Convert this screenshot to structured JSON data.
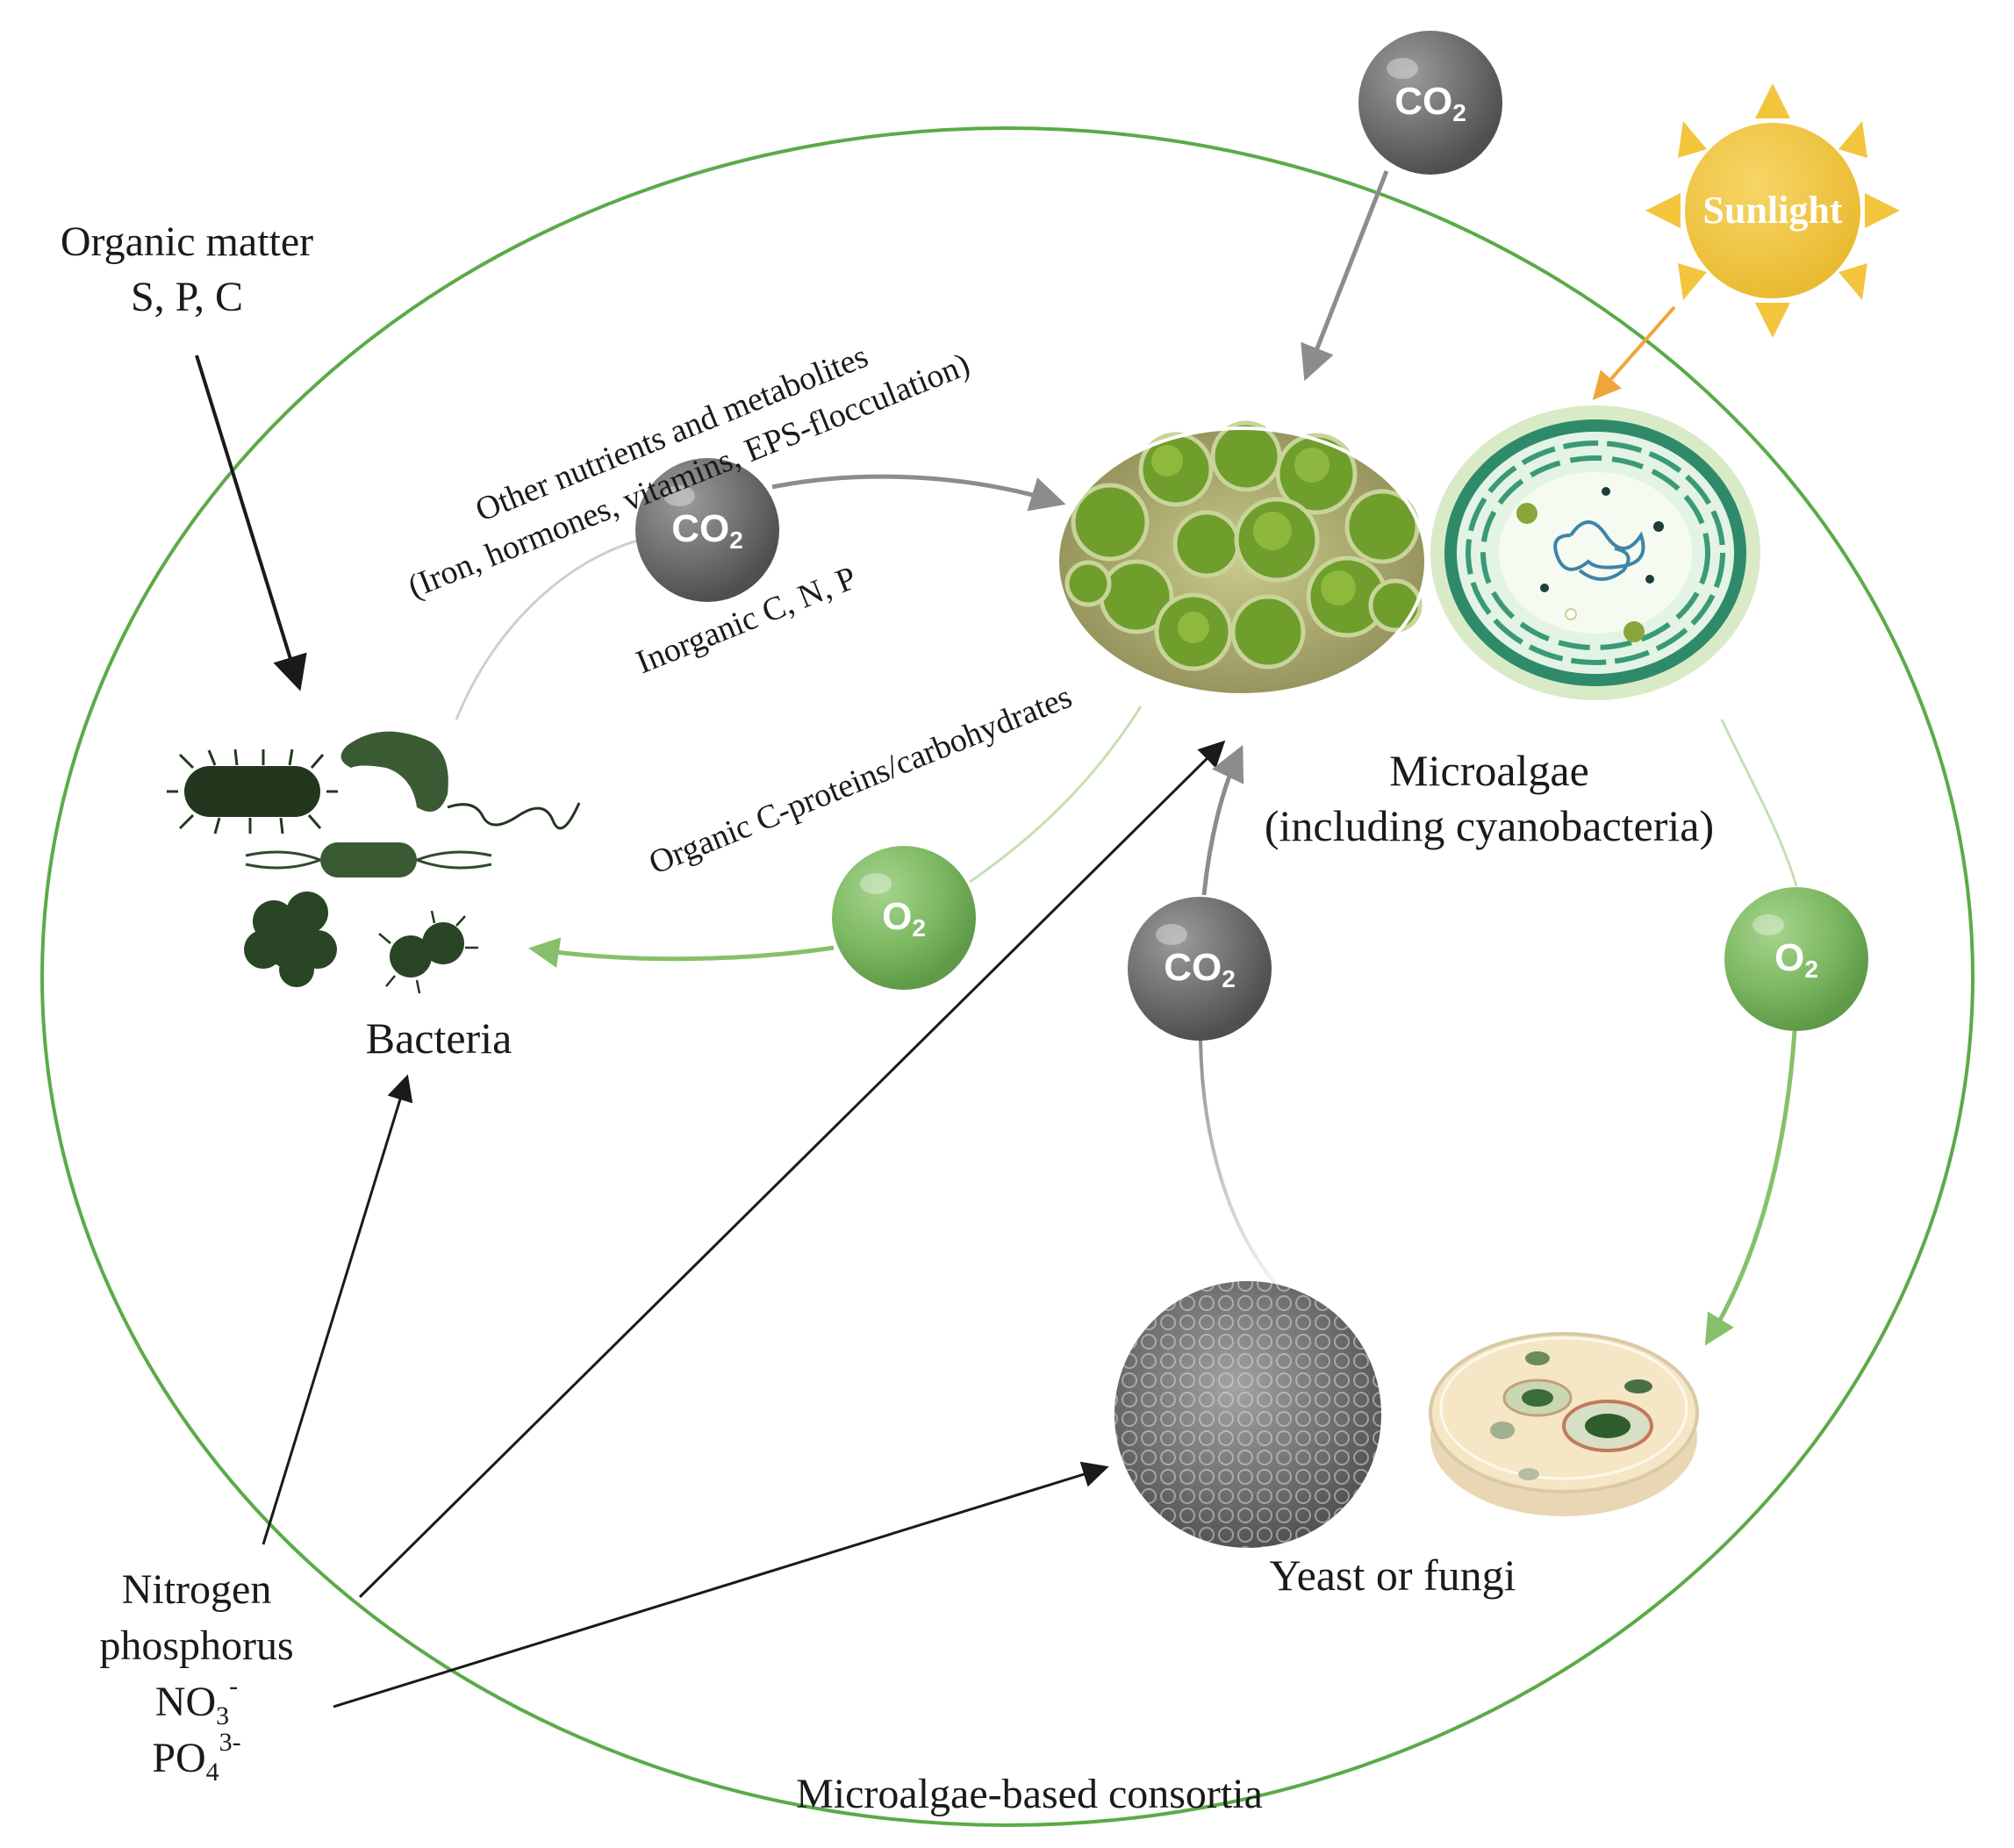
{
  "boundary_label": "Microalgae-based consortia",
  "inputs": {
    "organic": {
      "line1": "Organic matter",
      "line2": "S, P, C"
    },
    "nutrients": {
      "line1": "Nitrogen",
      "line2": "phosphorus",
      "no3_base": "NO",
      "no3_sub": "3",
      "no3_sup": "-",
      "po4_base": "PO",
      "po4_sub": "4",
      "po4_sup": "3-"
    }
  },
  "organisms": {
    "bacteria": "Bacteria",
    "microalgae_line1": "Microalgae",
    "microalgae_line2": "(including cyanobacteria)",
    "yeast": "Yeast or fungi"
  },
  "flows": {
    "other_nutrients_line1": "Other nutrients and metabolites",
    "other_nutrients_line2": "(Iron, hormones, vitamins, EPS-flocculation)",
    "inorganic": "Inorganic C, N, P",
    "organic_c": "Organic C-proteins/carbohydrates"
  },
  "bubbles": {
    "co2_base": "CO",
    "co2_sub": "2",
    "o2_base": "O",
    "o2_sub": "2"
  },
  "sun": {
    "label": "Sunlight"
  },
  "colors": {
    "boundary": "#5aab48",
    "co2_bubble": "#6d6e70",
    "o2_bubble": "#7cb861",
    "sun": "#f2c53d",
    "arrow_dark": "#1a1a1a",
    "arrow_gray": "#8c8c8c",
    "arrow_green": "#86c06a",
    "arrow_orange": "#f0a53c",
    "bacteria": "#2f4a2d"
  }
}
